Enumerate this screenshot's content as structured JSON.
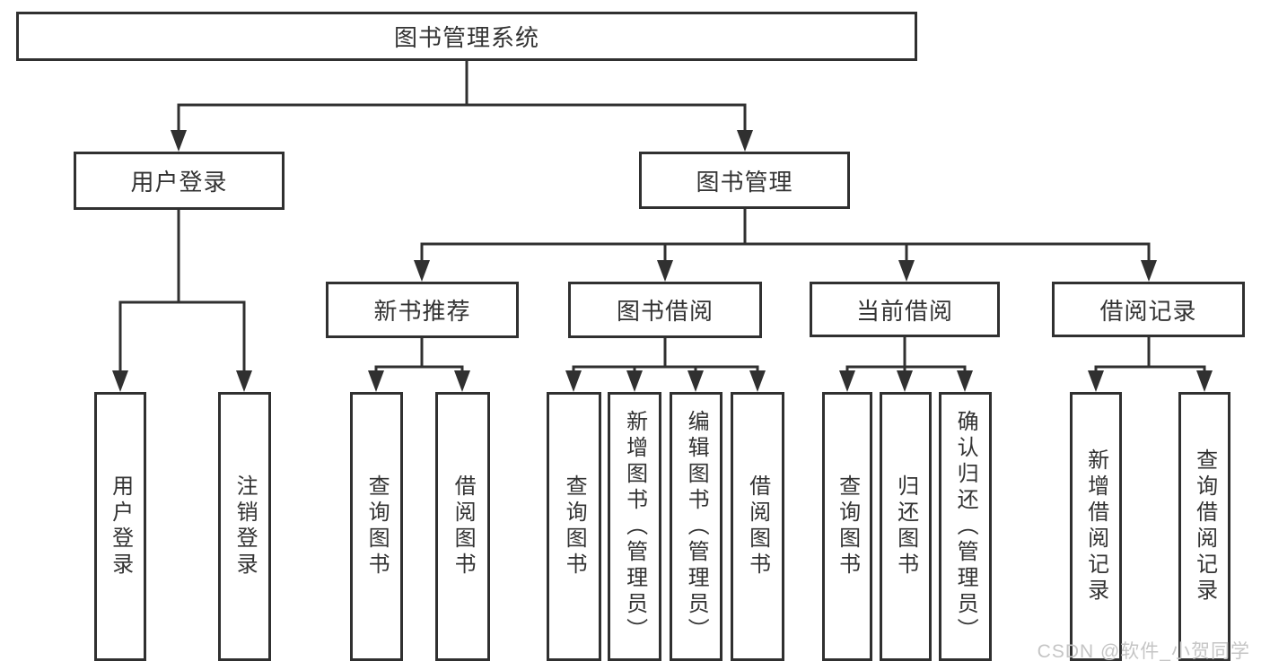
{
  "colors": {
    "line": "#303030",
    "ink": "#333333",
    "watermark": "#c5c5c5"
  },
  "watermark": {
    "text": "CSDN @软件_小贺同学"
  },
  "tree": {
    "root": {
      "label": "图书管理系统"
    },
    "login": {
      "label": "用户登录",
      "leaves": [
        "用户登录",
        "注销登录"
      ]
    },
    "management": {
      "label": "图书管理",
      "groups": [
        {
          "label": "新书推荐",
          "leaves": [
            "查询图书",
            "借阅图书"
          ]
        },
        {
          "label": "图书借阅",
          "leaves": [
            "查询图书",
            "新增图书（管理员）",
            "编辑图书（管理员）",
            "借阅图书"
          ]
        },
        {
          "label": "当前借阅",
          "leaves": [
            "查询图书",
            "归还图书",
            "确认归还（管理员）"
          ]
        },
        {
          "label": "借阅记录",
          "leaves": [
            "新增借阅记录",
            "查询借阅记录"
          ]
        }
      ]
    }
  }
}
